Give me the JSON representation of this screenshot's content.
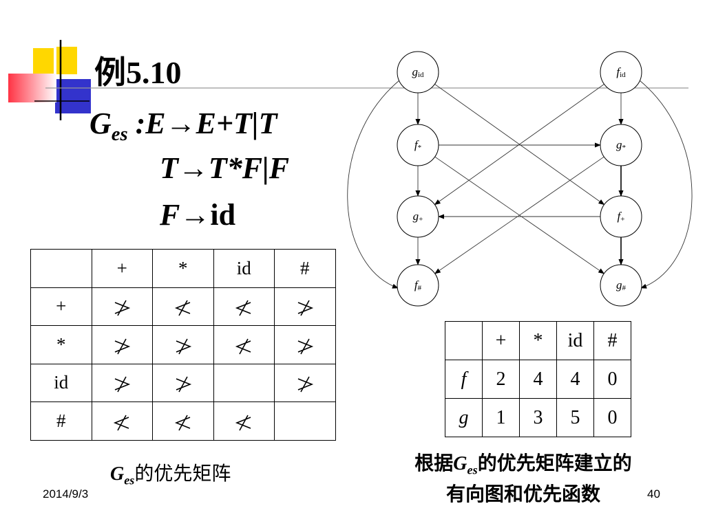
{
  "slide": {
    "title": "例5.10",
    "date": "2014/9/3",
    "page_number": "40"
  },
  "grammar": {
    "name": "G",
    "name_sub": "es",
    "rule1": ":E→E+T|T",
    "rule2": "T→T*F|F",
    "rule3_lhs": "F→",
    "rule3_rhs": "id"
  },
  "precedence_matrix": {
    "header": [
      "",
      "+",
      "*",
      "id",
      "#"
    ],
    "rows": [
      {
        "label": "+",
        "cells": [
          "greater",
          "less",
          "less",
          "greater"
        ]
      },
      {
        "label": "*",
        "cells": [
          "greater",
          "greater",
          "less",
          "greater"
        ]
      },
      {
        "label": "id",
        "cells": [
          "greater",
          "greater",
          "",
          "greater"
        ]
      },
      {
        "label": "#",
        "cells": [
          "less",
          "less",
          "less",
          ""
        ]
      }
    ]
  },
  "function_table": {
    "header": [
      "",
      "+",
      "*",
      "id",
      "#"
    ],
    "rows": [
      {
        "label": "f",
        "values": [
          "2",
          "4",
          "4",
          "0"
        ]
      },
      {
        "label": "g",
        "values": [
          "1",
          "3",
          "5",
          "0"
        ]
      }
    ]
  },
  "graph": {
    "nodes": [
      {
        "id": "g_id",
        "letter": "g",
        "sub": "id"
      },
      {
        "id": "f_id",
        "letter": "f",
        "sub": "id"
      },
      {
        "id": "f_star",
        "letter": "f",
        "sub": "*"
      },
      {
        "id": "g_star",
        "letter": "g",
        "sub": "*"
      },
      {
        "id": "g_plus",
        "letter": "g",
        "sub": "+"
      },
      {
        "id": "f_plus",
        "letter": "f",
        "sub": "+"
      },
      {
        "id": "f_hash",
        "letter": "f",
        "sub": "#"
      },
      {
        "id": "g_hash",
        "letter": "g",
        "sub": "#"
      }
    ],
    "edges": [
      [
        "g_id",
        "f_star"
      ],
      [
        "g_id",
        "f_plus"
      ],
      [
        "g_id",
        "f_hash"
      ],
      [
        "f_id",
        "g_star"
      ],
      [
        "f_id",
        "g_plus"
      ],
      [
        "f_id",
        "g_hash"
      ],
      [
        "f_star",
        "g_star"
      ],
      [
        "f_star",
        "g_plus"
      ],
      [
        "f_star",
        "g_hash"
      ],
      [
        "g_star",
        "f_plus"
      ],
      [
        "g_star",
        "f_hash"
      ],
      [
        "f_plus",
        "g_plus"
      ],
      [
        "f_plus",
        "g_hash"
      ],
      [
        "g_plus",
        "f_hash"
      ]
    ]
  },
  "captions": {
    "matrix_prefix": "G",
    "matrix_sub": "es",
    "matrix_text": "的优先矩阵",
    "graph_line1_prefix": "根据",
    "graph_line1_sym": "G",
    "graph_line1_sub": "es",
    "graph_line1_text": "的优先矩阵建立的",
    "graph_line2": "有向图和优先函数"
  },
  "colors": {
    "deco_yellow": "#ffd700",
    "deco_blue": "#3333cc",
    "deco_red": "#ff3344",
    "deco_line": "#000000"
  }
}
